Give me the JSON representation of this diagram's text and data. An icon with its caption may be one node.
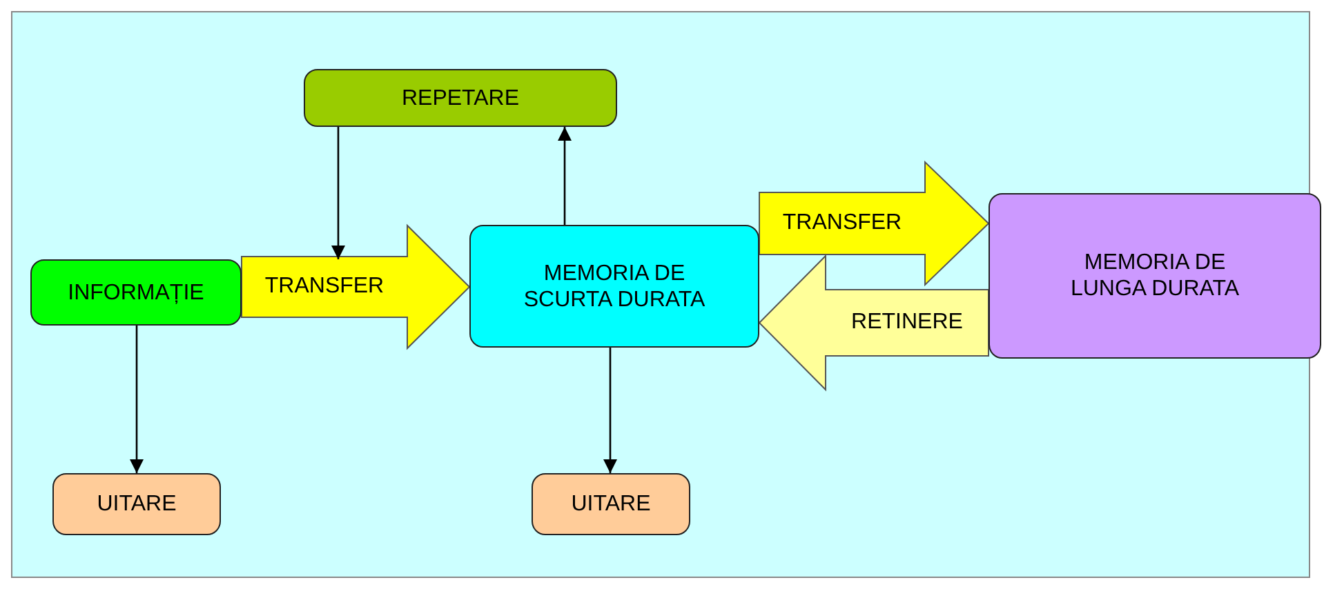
{
  "diagram": {
    "nodes": [
      {
        "text": [
          "REPETARE"
        ]
      },
      {
        "text": [
          "INFORMAȚIE"
        ]
      },
      {
        "text": [
          "MEMORIA DE SCURTA DURATA"
        ]
      },
      {
        "text": [
          "MEMORIA DE LUNGA DURATA"
        ]
      },
      {
        "text": [
          "UITARE"
        ]
      },
      {
        "text": [
          "UITARE"
        ]
      }
    ],
    "edges": [
      {
        "from": 1,
        "to": 2,
        "arrow": "to",
        "label": "TRANSFER",
        "style": "thick",
        "color": "#ffff00"
      },
      {
        "from": 2,
        "to": 0,
        "arrow": "to"
      },
      {
        "from": 0,
        "to": null,
        "arrow": "to"
      },
      {
        "from": 2,
        "to": 3,
        "arrow": "to",
        "label": "TRANSFER",
        "style": "thick",
        "color": "#ffff00"
      },
      {
        "from": 3,
        "to": 2,
        "arrow": "to",
        "label": "RETINERE",
        "style": "thick",
        "color": "#ffff99"
      },
      {
        "from": 1,
        "to": 4,
        "arrow": "to"
      },
      {
        "from": 2,
        "to": 5,
        "arrow": "to"
      }
    ]
  }
}
